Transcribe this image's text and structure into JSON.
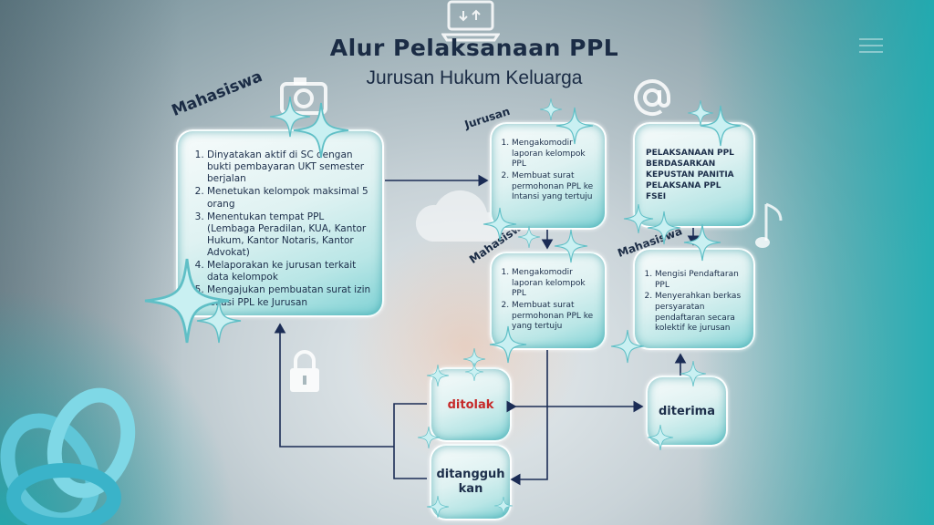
{
  "title": "Alur Pelaksanaan PPL",
  "subtitle": "Jurusan Hukum Keluarga",
  "labels": {
    "mahasiswa_main": "Mahasiswa",
    "jurusan": "Jurusan",
    "mahasiswa_mid": "Mahasiswa",
    "mahasiswa_right": "Mahasiswa"
  },
  "main_box": {
    "items": [
      "Dinyatakan aktif di SC dengan bukti pembayaran UKT semester berjalan",
      "Menetukan kelompok maksimal 5 orang",
      "Menentukan tempat PPL (Lembaga Peradilan, KUA, Kantor Hukum, Kantor Notaris, Kantor Advokat)",
      "Melaporakan ke jurusan terkait data kelompok",
      "Mengajukan pembuatan surat izin lokasi PPL ke Jurusan"
    ]
  },
  "jurusan_box": {
    "items": [
      "Mengakomodir laporan kelompok PPL",
      "Membuat surat permohonan PPL ke Intansi yang tertuju"
    ]
  },
  "mahasiswa_mid_box": {
    "items": [
      "Mengakomodir laporan kelompok PPL",
      "Membuat surat permohonan PPL ke yang tertuju"
    ]
  },
  "pelaksanaan_box": {
    "text": "PELAKSANAAN PPL BERDASARKAN KEPUSTAN PANITIA PELAKSANA PPL FSEI"
  },
  "mahasiswa_right_box": {
    "items": [
      "Mengisi Pendaftaran PPL",
      "Menyerahkan berkas persyaratan pendaftaran secara kolektif ke jurusan"
    ]
  },
  "ditolak": {
    "text": "ditolak",
    "color": "#c62828"
  },
  "diterima": {
    "text": "diterima"
  },
  "ditangguhkan": {
    "line1": "ditangguh",
    "line2": "kan"
  },
  "colors": {
    "arrow": "#1b2c55",
    "text_dark": "#1b2c45",
    "box_teal": "#7fd2d5"
  },
  "icons": [
    "laptop-icon",
    "camera-icon",
    "at-sign-icon",
    "cloud-icon",
    "music-note-icon",
    "lock-icon",
    "menu-icon",
    "sparkle-icon",
    "ring-icon"
  ]
}
